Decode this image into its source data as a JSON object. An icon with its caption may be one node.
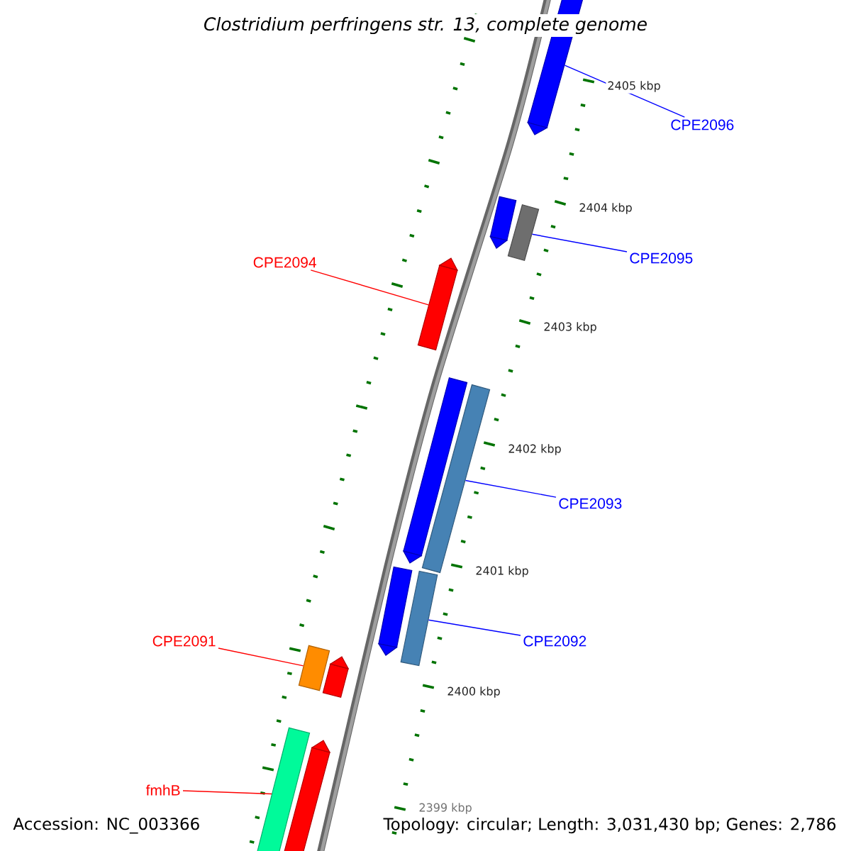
{
  "diagram": {
    "title": "Clostridium perfringens str. 13, complete genome",
    "nodes": [
      {
        "text": [],
        "shape": "pentagon"
      },
      {
        "text": [
          "CPE2096"
        ]
      },
      {
        "text": [],
        "shape": "pentagon"
      },
      {
        "text": [],
        "shape": "box"
      },
      {
        "text": [
          "CPE2094"
        ]
      },
      {
        "text": [
          "CPE2095"
        ]
      },
      {
        "text": [],
        "shape": "pentagon"
      },
      {
        "text": [],
        "shape": "pentagon"
      },
      {
        "text": [],
        "shape": "box"
      },
      {
        "text": [
          "CPE2093"
        ]
      },
      {
        "text": [],
        "shape": "pentagon"
      },
      {
        "text": [],
        "shape": "box"
      },
      {
        "text": [
          "CPE2092"
        ]
      },
      {
        "text": [
          "CPE2091"
        ]
      },
      {
        "text": [],
        "shape": "box"
      },
      {
        "text": [],
        "shape": "pentagon"
      },
      {
        "text": [],
        "shape": "box"
      },
      {
        "text": [],
        "shape": "pentagon"
      },
      {
        "text": [
          "fmhB"
        ]
      }
    ],
    "edges": [
      {
        "from": 1,
        "to": 0,
        "arrow": "none"
      },
      {
        "from": 5,
        "to": 3,
        "arrow": "none"
      },
      {
        "from": 4,
        "to": 6,
        "arrow": "none",
        "color": "#ff0000"
      },
      {
        "from": 9,
        "to": 8,
        "arrow": "none"
      },
      {
        "from": 12,
        "to": 11,
        "arrow": "none"
      },
      {
        "from": 13,
        "to": 14,
        "arrow": "none",
        "color": "#ff0000"
      },
      {
        "from": 18,
        "to": 16,
        "arrow": "none",
        "color": "#ff0000"
      }
    ],
    "labels": [
      "2405 kbp",
      "2404 kbp",
      "2403 kbp",
      "2402 kbp",
      "2401 kbp",
      "2400 kbp",
      "2399 kbp",
      "Accession: NC_003366",
      "Topology: circular; Length: 3,031,430 bp; Genes: 2,786"
    ]
  }
}
